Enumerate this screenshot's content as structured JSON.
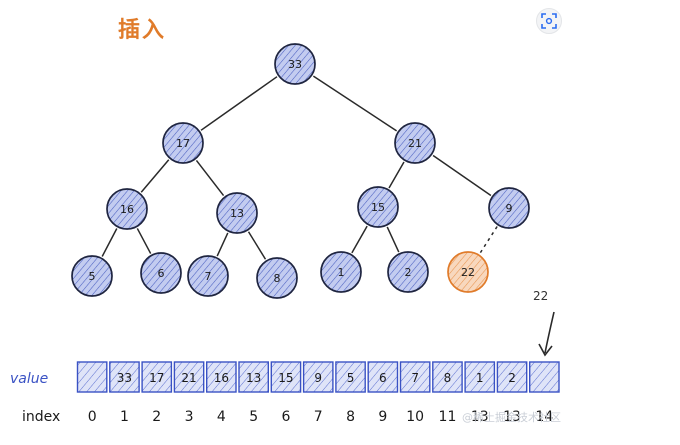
{
  "title": "插入",
  "tree": {
    "nodes": [
      {
        "id": "n0",
        "label": "33"
      },
      {
        "id": "n1",
        "label": "17"
      },
      {
        "id": "n2",
        "label": "21"
      },
      {
        "id": "n3",
        "label": "16"
      },
      {
        "id": "n4",
        "label": "13"
      },
      {
        "id": "n5",
        "label": "15"
      },
      {
        "id": "n6",
        "label": "9"
      },
      {
        "id": "n7",
        "label": "5"
      },
      {
        "id": "n8",
        "label": "6"
      },
      {
        "id": "n9",
        "label": "7"
      },
      {
        "id": "n10",
        "label": "8"
      },
      {
        "id": "n11",
        "label": "1"
      },
      {
        "id": "n12",
        "label": "2"
      },
      {
        "id": "n13",
        "label": "22",
        "state": "inserted"
      }
    ],
    "edges": [
      {
        "from": "n0",
        "to": "n1"
      },
      {
        "from": "n0",
        "to": "n2"
      },
      {
        "from": "n1",
        "to": "n3"
      },
      {
        "from": "n1",
        "to": "n4"
      },
      {
        "from": "n2",
        "to": "n5"
      },
      {
        "from": "n2",
        "to": "n6"
      },
      {
        "from": "n3",
        "to": "n7"
      },
      {
        "from": "n3",
        "to": "n8"
      },
      {
        "from": "n4",
        "to": "n9"
      },
      {
        "from": "n4",
        "to": "n10"
      },
      {
        "from": "n5",
        "to": "n11"
      },
      {
        "from": "n5",
        "to": "n12"
      },
      {
        "from": "n6",
        "to": "n13",
        "style": "dashed"
      }
    ]
  },
  "array": {
    "row_label": "value",
    "index_label": "index",
    "values": [
      "",
      "33",
      "17",
      "21",
      "16",
      "13",
      "15",
      "9",
      "5",
      "6",
      "7",
      "8",
      "1",
      "2",
      ""
    ],
    "indices": [
      "0",
      "1",
      "2",
      "3",
      "4",
      "5",
      "6",
      "7",
      "8",
      "9",
      "10",
      "11",
      "13",
      "13",
      "14"
    ]
  },
  "insert_note": "22",
  "watermark": "@稀土掘金技术社区",
  "colors": {
    "node_fill": "#b8c4ee",
    "node_stroke": "#1f2540",
    "hatch": "#4a5fc1",
    "inserted_fill": "#f5c9a6",
    "inserted_stroke": "#e07b2a",
    "array_stroke": "#3a52c4",
    "array_fill": "#d3daf6",
    "title_color": "#e07b2a"
  },
  "icons": {
    "scan_button": "scan-icon"
  }
}
